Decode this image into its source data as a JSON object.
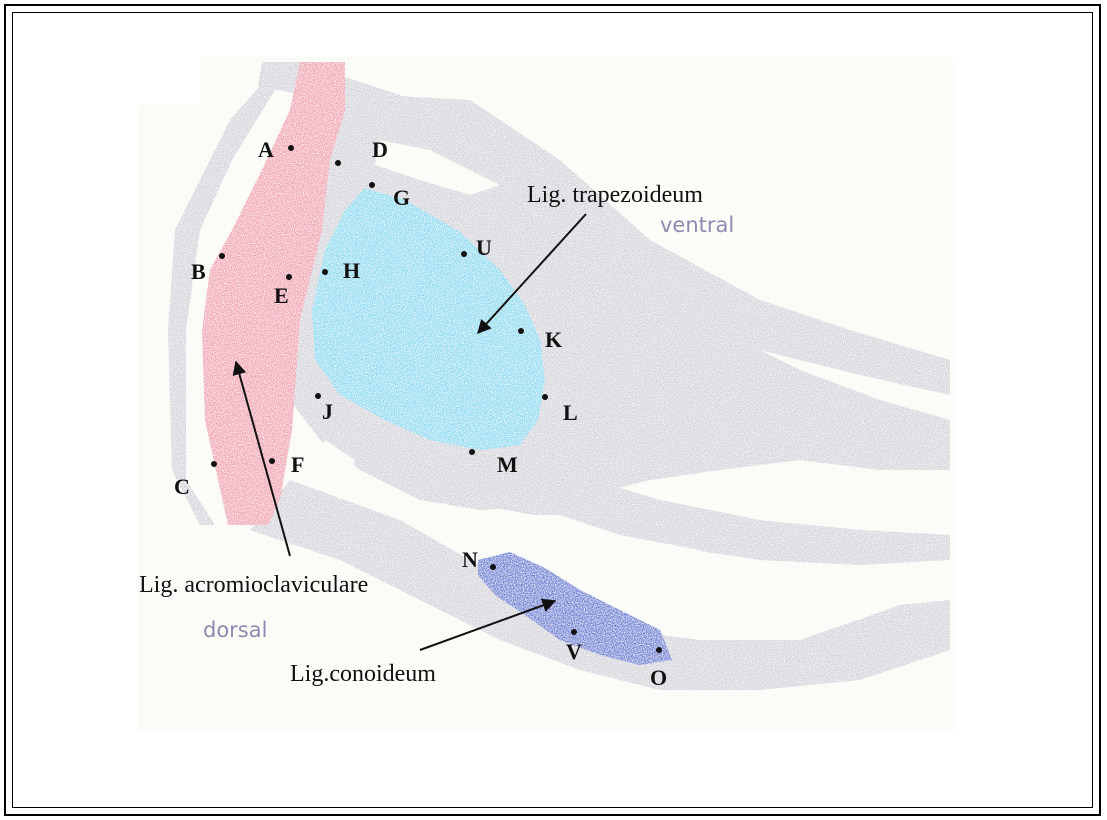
{
  "labels": {
    "trapezoideum": "Lig. trapezoideum",
    "acromioclaviculare": "Lig. acromioclaviculare",
    "conoideum": "Lig.conoideum",
    "ventral": "ventral",
    "dorsal": "dorsal"
  },
  "points": [
    {
      "id": "A",
      "label": "A"
    },
    {
      "id": "B",
      "label": "B"
    },
    {
      "id": "C",
      "label": "C"
    },
    {
      "id": "D",
      "label": "D"
    },
    {
      "id": "E",
      "label": "E"
    },
    {
      "id": "F",
      "label": "F"
    },
    {
      "id": "G",
      "label": "G"
    },
    {
      "id": "H",
      "label": "H"
    },
    {
      "id": "J",
      "label": "J"
    },
    {
      "id": "K",
      "label": "K"
    },
    {
      "id": "L",
      "label": "L"
    },
    {
      "id": "M",
      "label": "M"
    },
    {
      "id": "U",
      "label": "U"
    },
    {
      "id": "N",
      "label": "N"
    },
    {
      "id": "V",
      "label": "V"
    },
    {
      "id": "O",
      "label": "O"
    }
  ],
  "colors": {
    "bone": "#d5d5dc",
    "acromioclaviculare": "#f2a6b4",
    "trapezoideum": "#8fdcf2",
    "conoideum": "#6f82d6",
    "orientation_text": "#8f8ab0"
  }
}
